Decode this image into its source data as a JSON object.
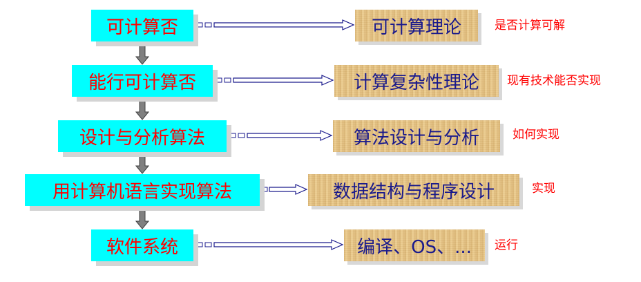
{
  "rows": [
    {
      "left": "可计算否",
      "right": "可计算理论",
      "note": "是否计算可解"
    },
    {
      "left": "能行可计算否",
      "right": "计算复杂性理论",
      "note": "现有技术能否实现"
    },
    {
      "left": "设计与分析算法",
      "right": "算法设计与分析",
      "note": "如何实现"
    },
    {
      "left": "用计算机语言实现算法",
      "right": "数据结构与程序设计",
      "note": "实现"
    },
    {
      "left": "软件系统",
      "right": "编译、OS、...",
      "note": "运行"
    }
  ],
  "colors": {
    "left_box_fill": "#00ffff",
    "left_text": "#ff0000",
    "right_box_fill": "#e9c98c",
    "right_text": "#1a1a8c",
    "note_text": "#ff0000",
    "down_arrow": "#808080",
    "right_arrow_fill": "#ffffff",
    "right_arrow_stroke": "#1a1a8c"
  }
}
